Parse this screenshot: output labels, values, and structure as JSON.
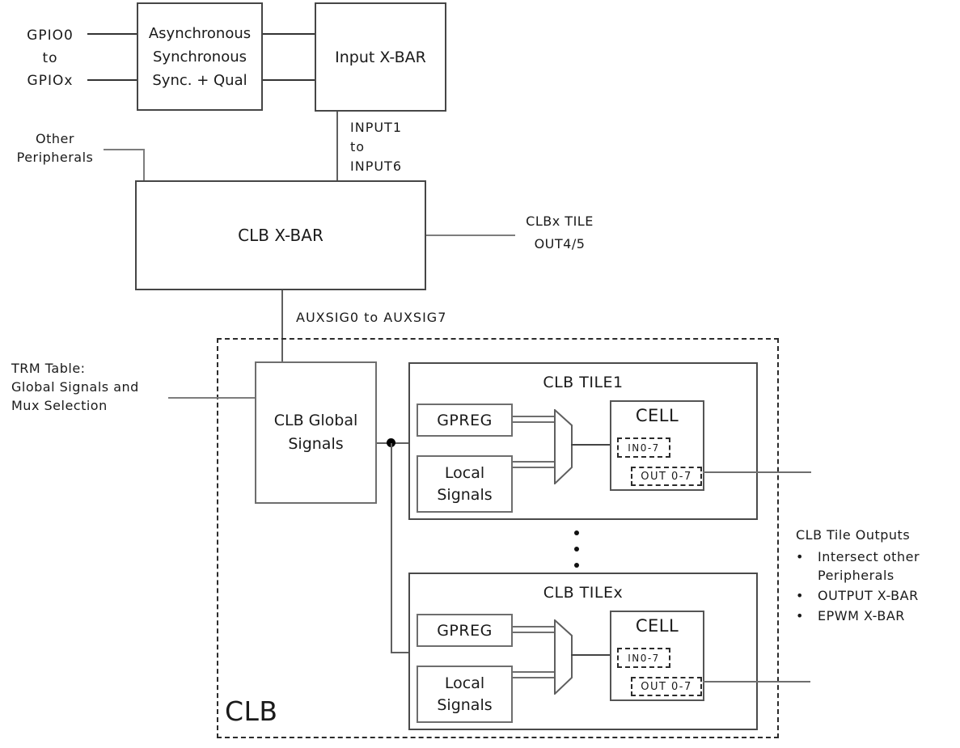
{
  "diagram": {
    "gpio_label": {
      "line1": "GPIO0",
      "line2": "to",
      "line3": "GPIOx"
    },
    "async_box": {
      "line1": "Asynchronous",
      "line2": "Synchronous",
      "line3": "Sync. + Qual"
    },
    "input_xbar_box": {
      "label": "Input X-BAR"
    },
    "input_range_label": {
      "line1": "INPUT1",
      "line2": "to",
      "line3": "INPUT6"
    },
    "other_peripherals_label": {
      "line1": "Other",
      "line2": "Peripherals"
    },
    "clb_xbar_box": {
      "label": "CLB X-BAR"
    },
    "clbx_tile_out_label": {
      "line1": "CLBx TILE",
      "line2": "OUT4/5"
    },
    "auxsig_label": "AUXSIG0 to AUXSIG7",
    "trm_label": {
      "line1": "TRM Table:",
      "line2": "Global Signals and",
      "line3": "Mux Selection"
    },
    "clb_global_box": {
      "line1": "CLB Global",
      "line2": "Signals"
    },
    "clb_container_label": "CLB",
    "tiles": [
      {
        "title": "CLB TILE1",
        "gpreg": "GPREG",
        "local_line1": "Local",
        "local_line2": "Signals",
        "cell": "CELL",
        "cell_in": "IN0-7",
        "cell_out": "OUT 0-7"
      },
      {
        "title": "CLB TILEx",
        "gpreg": "GPREG",
        "local_line1": "Local",
        "local_line2": "Signals",
        "cell": "CELL",
        "cell_in": "IN0-7",
        "cell_out": "OUT 0-7"
      }
    ],
    "tile_outputs": {
      "title": "CLB Tile Outputs",
      "bullet_char": "•",
      "bullets": [
        "Intersect other Peripherals",
        "OUTPUT X-BAR",
        "EPWM X-BAR"
      ]
    },
    "colors": {
      "background": "#ffffff",
      "line_gray": "#6e6e6e",
      "border_dark": "#464646",
      "text": "#1a1a1a"
    }
  }
}
